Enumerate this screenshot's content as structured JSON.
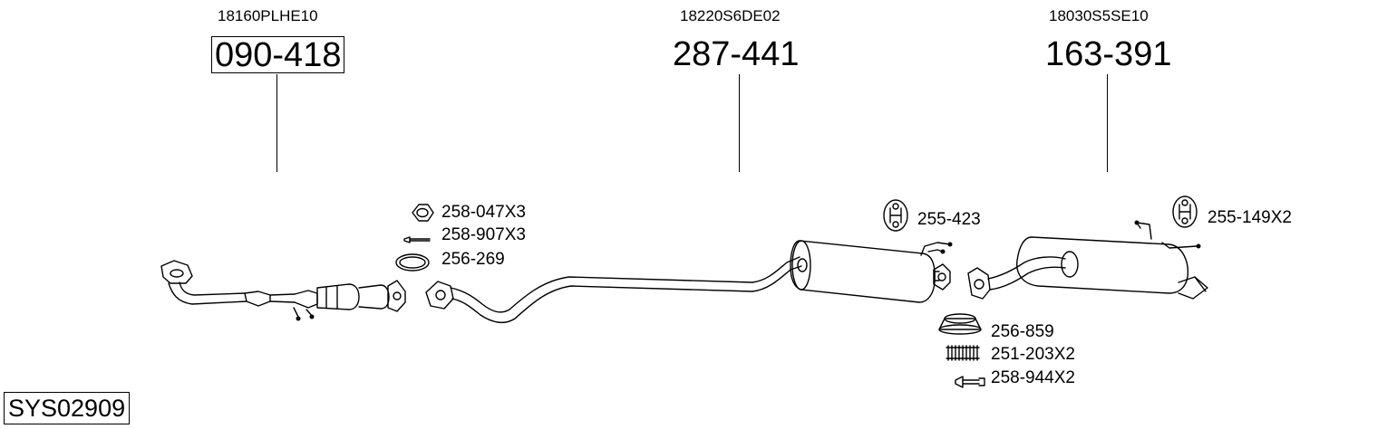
{
  "components": [
    {
      "oem": "18160PLHE10",
      "code": "090-418"
    },
    {
      "oem": "18220S6DE02",
      "code": "287-441"
    },
    {
      "oem": "18030S5SE10",
      "code": "163-391"
    }
  ],
  "parts": {
    "nut": "258-047X3",
    "bolt_small": "258-907X3",
    "ring_front": "256-269",
    "hanger_mid": "255-423",
    "hanger_rear": "255-149X2",
    "ring_rear": "256-859",
    "spring": "251-203X2",
    "bolt_rear": "258-944X2"
  },
  "system_id": "SYS02909"
}
